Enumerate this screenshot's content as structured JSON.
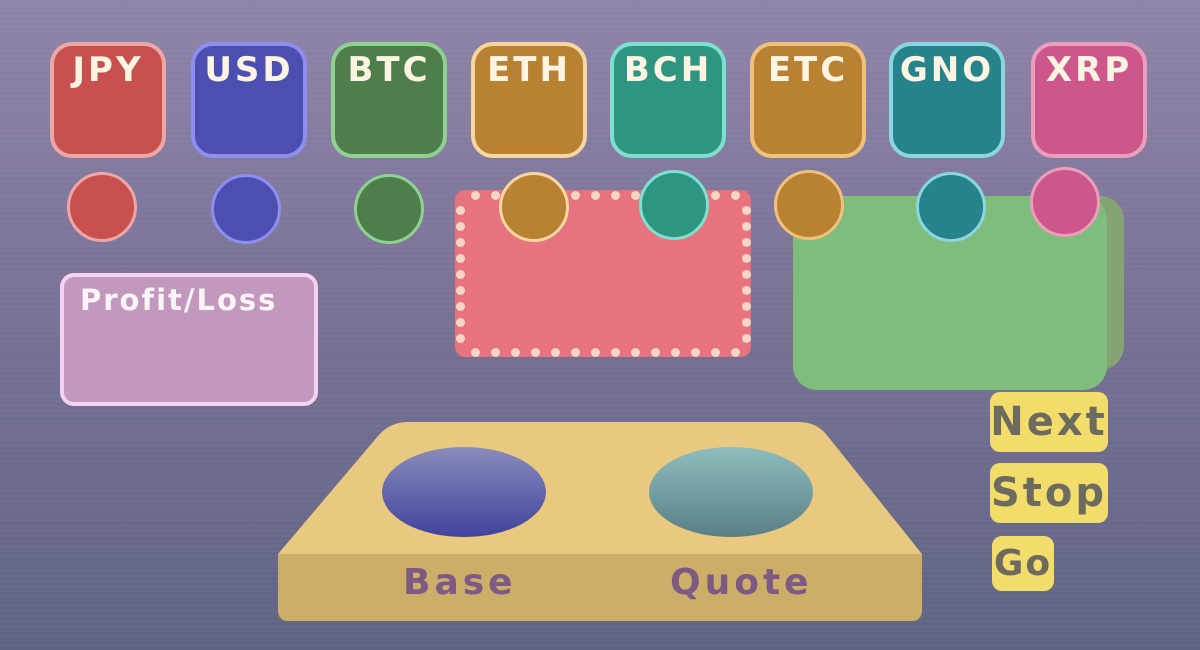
{
  "currencies": [
    {
      "code": "JPY",
      "fill": "#c8504e",
      "border": "#eda7a7"
    },
    {
      "code": "USD",
      "fill": "#4d4fb0",
      "border": "#8d8ef0"
    },
    {
      "code": "BTC",
      "fill": "#4d7e4c",
      "border": "#8fd18f"
    },
    {
      "code": "ETH",
      "fill": "#b88232",
      "border": "#f6d6a1"
    },
    {
      "code": "BCH",
      "fill": "#2e9580",
      "border": "#7ee0d1"
    },
    {
      "code": "ETC",
      "fill": "#b88232",
      "border": "#f0c17b"
    },
    {
      "code": "GNO",
      "fill": "#27838b",
      "border": "#8ad7e0"
    },
    {
      "code": "XRP",
      "fill": "#cd578b",
      "border": "#eb9dbc"
    }
  ],
  "profit_panel": {
    "label": "Profit/Loss"
  },
  "controls": {
    "next": "Next",
    "stop": "Stop",
    "go": "Go"
  },
  "tray": {
    "base_label": "Base",
    "quote_label": "Quote"
  },
  "colors": {
    "accent_button": "#f3dd6a",
    "red_board": "#e6737d",
    "green_board": "#7fbd7d",
    "tray": "#e8c97f"
  }
}
